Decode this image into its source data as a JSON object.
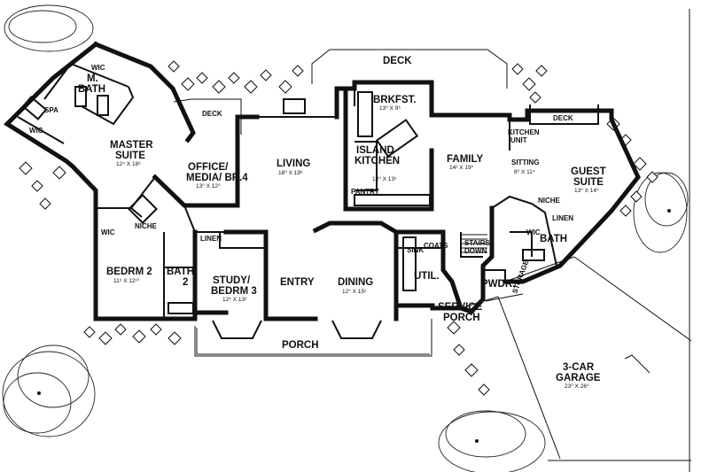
{
  "rooms": {
    "deck_top": {
      "label": "DECK"
    },
    "deck_left": {
      "label": "DECK"
    },
    "deck_right": {
      "label": "DECK"
    },
    "brkfst": {
      "label": "BRKFST.",
      "dim": "13⁰ X 9⁶"
    },
    "m_bath": {
      "label_l1": "M.",
      "label_l2": "BATH"
    },
    "spa": {
      "label": "SPA"
    },
    "wic_master_top": {
      "label": "WIC"
    },
    "wic_master_left": {
      "label": "WIC"
    },
    "master": {
      "label_l1": "MASTER",
      "label_l2": "SUITE",
      "dim": "12⁴ X 18⁶"
    },
    "office": {
      "label_l1": "OFFICE/",
      "label_l2": "MEDIA/ BR.4",
      "dim": "13⁰ X 12⁰"
    },
    "living": {
      "label": "LIVING",
      "dim": "18⁰ X 19⁶"
    },
    "island_kitchen": {
      "label_l1": "ISLAND",
      "label_l2": "KITCHEN",
      "dim": "12⁰ X 13⁶"
    },
    "pantry": {
      "label": "PANTRY"
    },
    "family": {
      "label": "FAMILY",
      "dim": "14² X 19⁰"
    },
    "kitchen_unit": {
      "label_l1": "KITCHEN",
      "label_l2": "UNIT"
    },
    "sitting": {
      "label": "SITTING",
      "dim": "8⁰ X 11⁴"
    },
    "guest": {
      "label_l1": "GUEST",
      "label_l2": "SUITE",
      "dim": "13⁰ X 14⁰"
    },
    "niche_left": {
      "label": "NICHE"
    },
    "niche_right": {
      "label": "NICHE"
    },
    "linen_right": {
      "label": "LINEN"
    },
    "wic_guest": {
      "label": "WIC"
    },
    "bath_guest": {
      "label": "BATH"
    },
    "wic_bed2": {
      "label": "WIC"
    },
    "bedrm2": {
      "label": "BEDRM 2",
      "dim": "11⁶ X 12¹⁰"
    },
    "bath2": {
      "label_l1": "BATH",
      "label_l2": "2"
    },
    "linen_center": {
      "label": "LINEN"
    },
    "study": {
      "label_l1": "STUDY/",
      "label_l2": "BEDRM 3",
      "dim": "12⁶ X 13²"
    },
    "entry": {
      "label": "ENTRY"
    },
    "dining": {
      "label": "DINING",
      "dim": "12⁰ X 15²"
    },
    "sink": {
      "label": "SINK"
    },
    "coats": {
      "label": "COATS"
    },
    "util": {
      "label": "UTIL."
    },
    "stairs": {
      "label_l1": "STAIRS",
      "label_l2": "DOWN"
    },
    "pwdr": {
      "label": "PWDR."
    },
    "storage": {
      "label": "STORAGE"
    },
    "service_porch": {
      "label_l1": "SERVICE",
      "label_l2": "PORCH"
    },
    "porch": {
      "label": "PORCH"
    },
    "garage": {
      "label_l1": "3-CAR",
      "label_l2": "GARAGE",
      "dim": "23⁰ X 26⁰"
    }
  }
}
